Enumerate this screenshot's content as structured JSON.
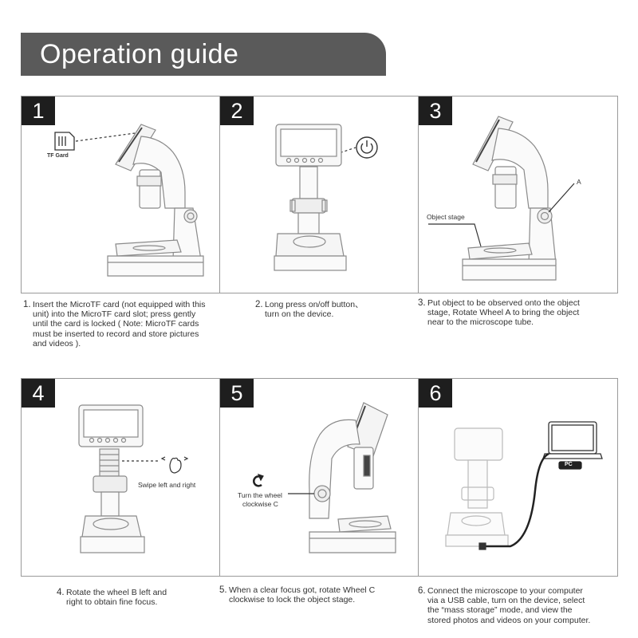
{
  "header": {
    "title": "Operation guide"
  },
  "steps": [
    {
      "number": "1",
      "label": "TF Gard",
      "lines": [
        "Insert the MicroTF card (not equipped with this",
        "unit) into the MicroTF card slot; press gently",
        "until the card is locked ( Note: MicroTF cards",
        "must be inserted to record and store pictures",
        "and videos )."
      ]
    },
    {
      "number": "2",
      "lines": [
        "Long press on/off button、",
        "turn on the device."
      ]
    },
    {
      "number": "3",
      "label_a": "A",
      "label_stage": "Object stage",
      "lines": [
        "Put object to be observed onto the object",
        "stage, Rotate Wheel A to bring the object",
        "near to the microscope tube."
      ]
    },
    {
      "number": "4",
      "label": "Swipe left and right",
      "lines": [
        "Rotate the wheel B left and",
        "right to obtain fine focus."
      ]
    },
    {
      "number": "5",
      "label_1": "Turn the wheel",
      "label_2": "clockwise C",
      "lines": [
        "When a clear focus got, rotate Wheel C",
        "clockwise to lock the object stage."
      ]
    },
    {
      "number": "6",
      "label": "PC",
      "lines": [
        "Connect the microscope to your computer",
        "via a USB cable, turn on the device, select",
        "the “mass storage” mode, and view the",
        "stored photos and videos on your computer."
      ]
    }
  ]
}
